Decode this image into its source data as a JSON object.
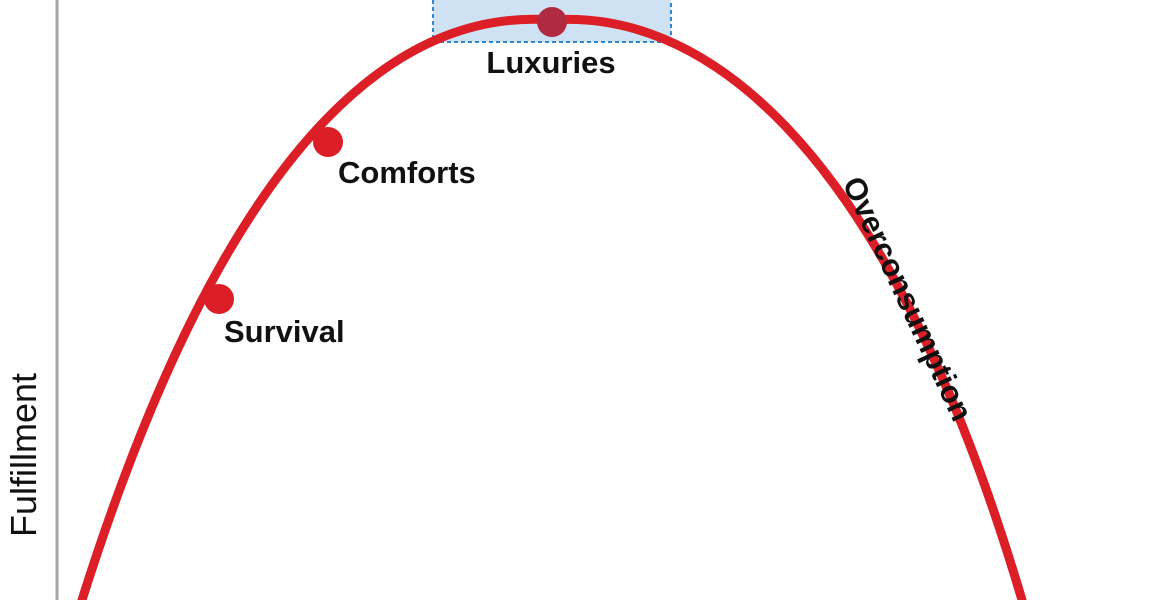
{
  "diagram": {
    "y_axis_label": "Fulfillment",
    "curve_label": "Overconsumption",
    "stages": [
      {
        "label": "Survival"
      },
      {
        "label": "Comforts"
      },
      {
        "label": "Luxuries"
      }
    ],
    "colors": {
      "curve": "#dc1f26",
      "marker": "#dc1f26",
      "peak_marker": "#b02a40",
      "highlight_fill": "#cfe2f3",
      "highlight_border": "#2e86d4",
      "axis": "#a6a6a6",
      "text": "#111111"
    }
  }
}
